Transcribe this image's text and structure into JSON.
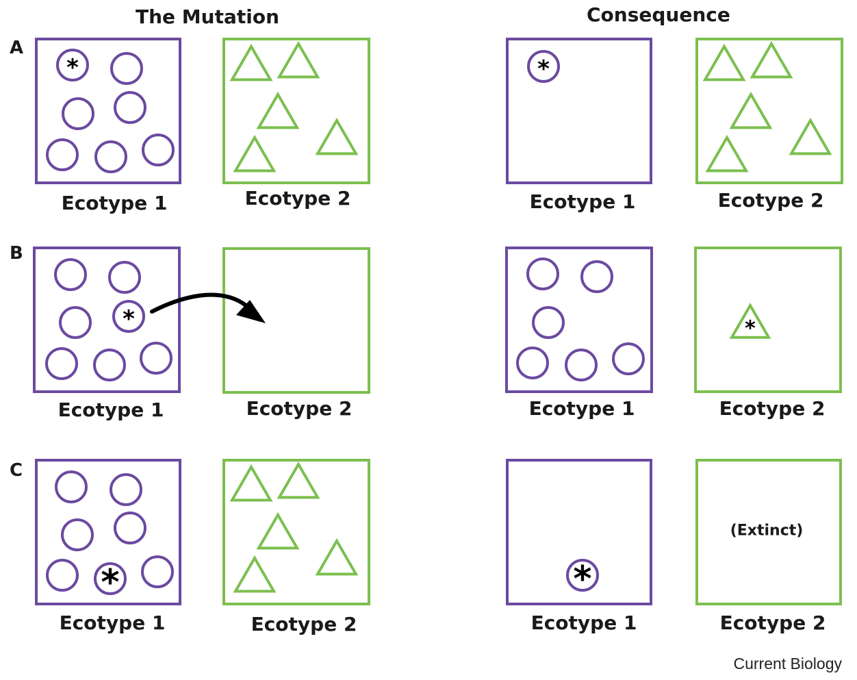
{
  "headings": {
    "mutation": "The Mutation",
    "consequence": "Consequence"
  },
  "rows": [
    {
      "letter": "A",
      "mutation_ecotype1": "Ecotype 1",
      "mutation_ecotype2": "Ecotype 2",
      "consequence_ecotype1": "Ecotype 1",
      "consequence_ecotype2": "Ecotype 2"
    },
    {
      "letter": "B",
      "mutation_ecotype1": "Ecotype 1",
      "mutation_ecotype2": "Ecotype 2",
      "consequence_ecotype1": "Ecotype 1",
      "consequence_ecotype2": "Ecotype 2"
    },
    {
      "letter": "C",
      "mutation_ecotype1": "Ecotype 1",
      "mutation_ecotype2": "Ecotype 2",
      "consequence_ecotype1": "Ecotype 1",
      "consequence_ecotype2": "Ecotype 2"
    }
  ],
  "extinct_label": "(Extinct)",
  "mutant_marker": "*",
  "credit": "Current Biology",
  "colors": {
    "ecotype1": "#6b4aa0",
    "ecotype2": "#7cbf4f",
    "arrow": "#000000"
  }
}
